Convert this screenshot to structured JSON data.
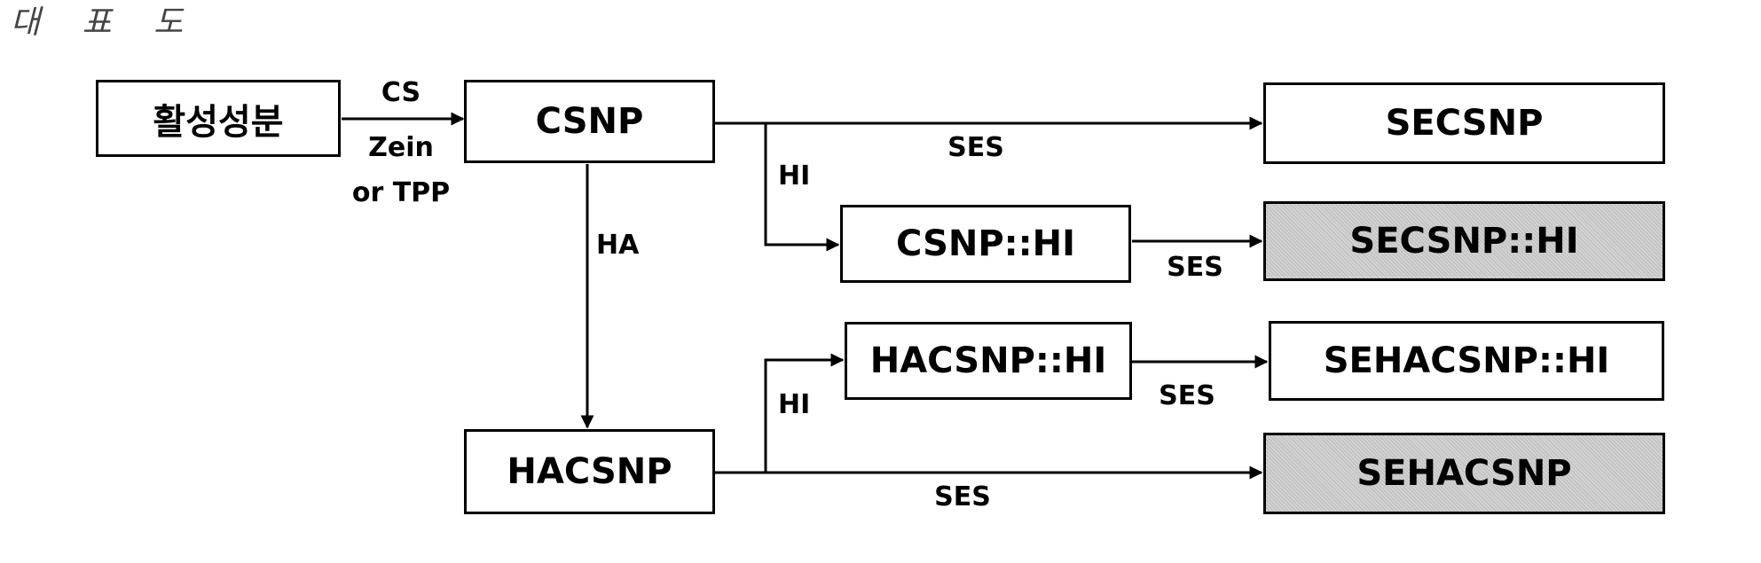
{
  "page_heading": "대 표 도",
  "nodes": {
    "active_ingredient": "활성성분",
    "csnp": "CSNP",
    "secsnp": "SECSNP",
    "csnp_hi": "CSNP::HI",
    "secsnp_hi": "SECSNP::HI",
    "hacsnp_hi": "HACSNP::HI",
    "sehacsnp_hi": "SEHACSNP::HI",
    "hacsnp": "HACSNP",
    "sehacsnp": "SEHACSNP"
  },
  "edge_labels": {
    "cs": "CS",
    "zein": "Zein",
    "or_tpp": "or TPP",
    "ha": "HA",
    "hi_top": "HI",
    "hi_bottom": "HI",
    "ses_csnp_secsnp": "SES",
    "ses_csnphi_secsnphi": "SES",
    "ses_hacsnphi_sehacsnphi": "SES",
    "ses_hacsnp_sehacsnp": "SES"
  },
  "colors": {
    "line": "#000000",
    "box_fill": "#ffffff",
    "shaded_fill": "#d2d2d2"
  }
}
